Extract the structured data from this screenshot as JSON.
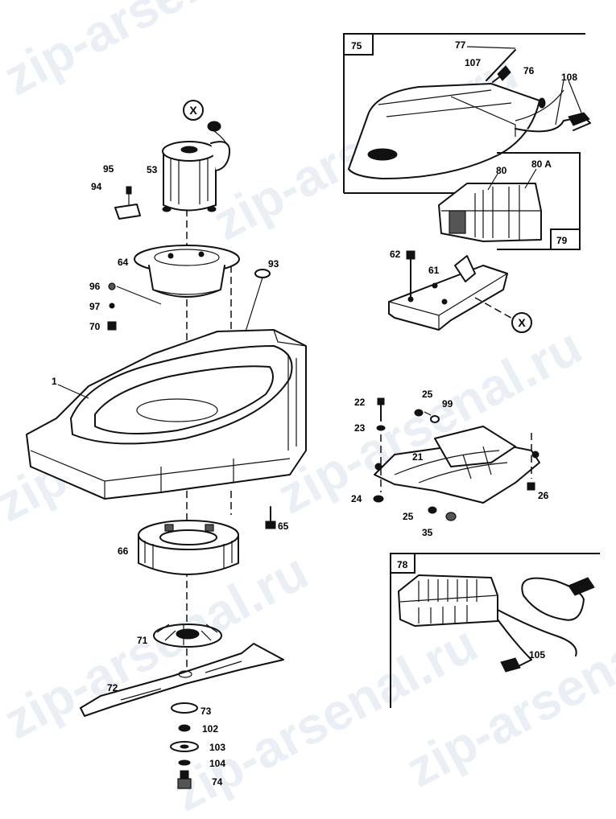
{
  "watermark": "zip-arsenal.ru",
  "labels": {
    "l1": "1",
    "l21": "21",
    "l22": "22",
    "l23": "23",
    "l24": "24",
    "l25a": "25",
    "l25b": "25",
    "l26": "26",
    "l35": "35",
    "l53": "53",
    "l61": "61",
    "l62": "62",
    "l64": "64",
    "l65": "65",
    "l66": "66",
    "l70": "70",
    "l71": "71",
    "l72": "72",
    "l73": "73",
    "l74": "74",
    "l75": "75",
    "l76": "76",
    "l77": "77",
    "l78": "78",
    "l79": "79",
    "l80": "80",
    "l80a": "80 A",
    "l93": "93",
    "l94": "94",
    "l95": "95",
    "l96": "96",
    "l97": "97",
    "l99": "99",
    "l102": "102",
    "l103": "103",
    "l104": "104",
    "l105": "105",
    "l107": "107",
    "l108": "108",
    "x1": "X",
    "x2": "X"
  }
}
